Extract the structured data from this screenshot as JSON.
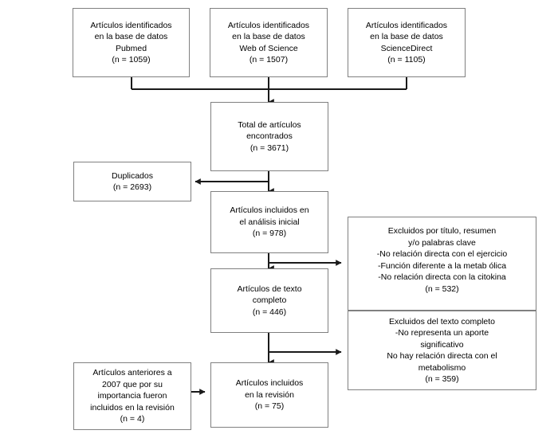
{
  "diagram": {
    "kind": "prisma-flow-diagram",
    "language": "es",
    "line_color": "#1a1a1a",
    "box_border_color": "#808080",
    "background": "#ffffff",
    "nodes": {
      "source_pubmed": {
        "label": "Artículos identificados\nen la base de datos\nPubmed\n(n = 1059)",
        "count": 1059,
        "database": "Pubmed"
      },
      "source_wos": {
        "label": "Artículos identificados\nen la base de datos\nWeb of Science\n(n = 1507)",
        "count": 1507,
        "database": "Web of Science"
      },
      "source_sciencedirect": {
        "label": "Artículos identificados\nen la base de datos\nScienceDirect\n(n = 1105)",
        "count": 1105,
        "database": "ScienceDirect"
      },
      "total_found": {
        "label": "Total de artículos\nencontrados\n(n = 3671)",
        "count": 3671
      },
      "duplicates": {
        "label": "Duplicados\n(n = 2693)",
        "count": 2693
      },
      "initial_analysis": {
        "label": "Artículos incluidos en\nel análisis inicial\n(n = 978)",
        "count": 978
      },
      "excluded_title_abstract": {
        "label": "Excluidos por título, resumen\ny/o palabras clave\n-No relación directa con el ejercicio\n-Función diferente a la metab ólica\n-No relación directa con la citokina\n(n = 532)",
        "count": 532
      },
      "full_text": {
        "label": "Artículos de texto\ncompleto\n(n = 446)",
        "count": 446
      },
      "excluded_full_text": {
        "label": "Excluidos del texto completo\n-No representa un aporte\nsignificativo\nNo hay relación directa con el\nmetabolismo\n(n = 359)",
        "count": 359
      },
      "older_than_2007": {
        "label": "Artículos anteriores a\n2007 que por su\nimportancia fueron\nincluidos en la revisión\n(n = 4)",
        "count": 4
      },
      "included_review": {
        "label": "Artículos incluidos\nen la revisión\n(n = 75)",
        "count": 75
      }
    }
  }
}
